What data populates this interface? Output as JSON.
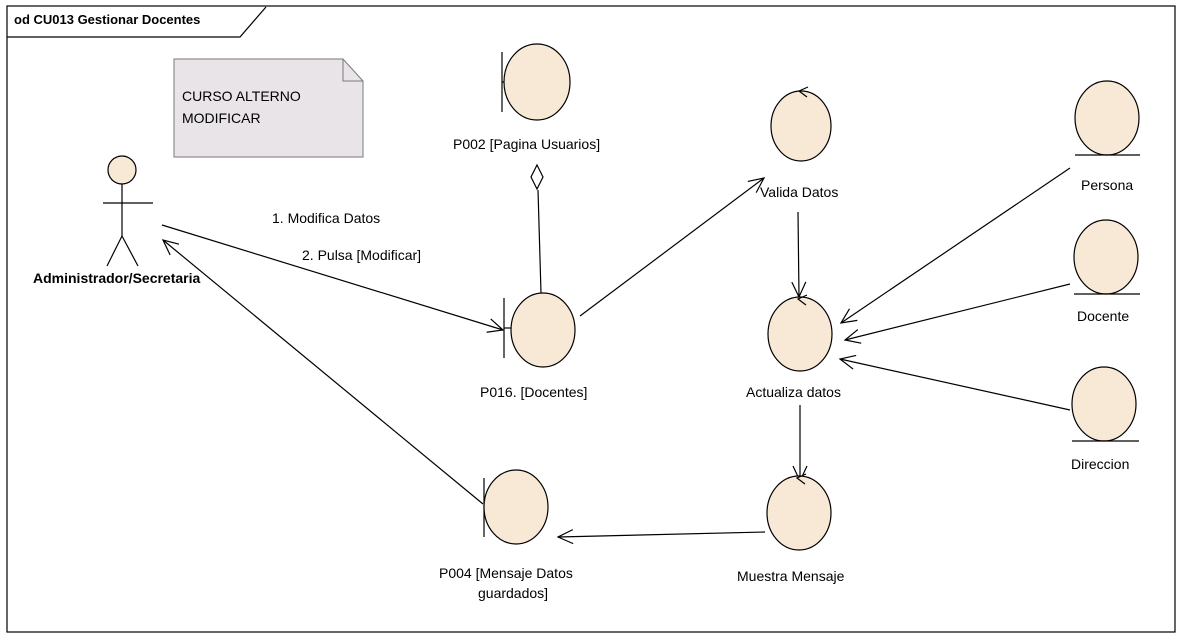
{
  "frame_title": "od CU013 Gestionar Docentes",
  "note": {
    "lines": [
      "CURSO ALTERNO",
      "MODIFICAR"
    ]
  },
  "actor": {
    "label": "Administrador/Secretaria"
  },
  "messages": [
    "1. Modifica Datos",
    "2. Pulsa [Modificar]"
  ],
  "boundaries": {
    "p002": {
      "lines": [
        "P002 [Pagina Usuarios]"
      ]
    },
    "p016": {
      "lines": [
        "P016. [Docentes]"
      ]
    },
    "p004": {
      "lines": [
        "P004 [Mensaje Datos",
        "guardados]"
      ]
    }
  },
  "controls": {
    "valida": {
      "lines": [
        "Valida Datos"
      ]
    },
    "actualiza": {
      "lines": [
        "Actualiza datos"
      ]
    },
    "muestra": {
      "lines": [
        "Muestra Mensaje"
      ]
    }
  },
  "entities": {
    "persona": {
      "lines": [
        "Persona"
      ]
    },
    "docente": {
      "lines": [
        "Docente"
      ]
    },
    "direccion": {
      "lines": [
        "Direccion"
      ]
    }
  },
  "colors": {
    "fill": "#f8e9d6",
    "stroke": "#000000",
    "note_fill": "#e8e4e8",
    "note_stroke": "#7a7a7a"
  }
}
